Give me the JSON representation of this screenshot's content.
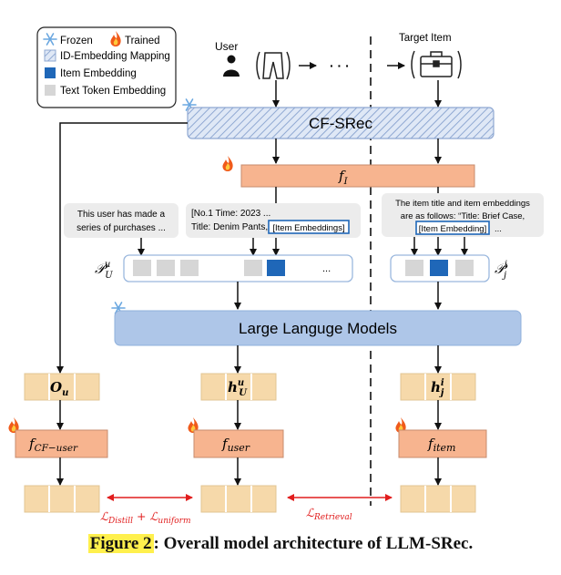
{
  "legend": {
    "frozen": "Frozen",
    "trained": "Trained",
    "id_mapping": "ID-Embedding Mapping",
    "item_embedding": "Item Embedding",
    "text_token": "Text Token Embedding"
  },
  "labels": {
    "user": "User",
    "target_item": "Target Item",
    "cf_srec": "CF-SRec",
    "f_i": "f",
    "f_i_sub": "I",
    "llm": "Large Languge Models",
    "ellipsis": "...",
    "seq_ellipsis": "· · ·"
  },
  "prompts": {
    "user_text": [
      "This user has made a",
      "series of purchases ..."
    ],
    "user_record_line1": "[No.1 Time: 2023 ...",
    "user_record_line2": "Title: Denim Pants,",
    "user_item_tag": "[Item Embeddings]",
    "item_text_line1": "The item title and item embeddings",
    "item_text_line2": "are as follows: “Title: Brief Case,",
    "item_tag": "[Item Embedding]",
    "item_ellipsis": "..."
  },
  "math": {
    "p_user": "𝒫",
    "p_user_sup": "u",
    "p_user_sub": "U",
    "p_item_sup": "i",
    "p_item_sub": "j",
    "o_u": "O",
    "o_u_sub": "u",
    "h_user": "h",
    "h_user_sup": "u",
    "h_user_sub": "U",
    "h_item": "h",
    "h_item_sup": "i",
    "h_item_sub": "j",
    "f_cf_user": "f",
    "f_cf_user_sub": "CF−user",
    "f_user": "f",
    "f_user_sub": "user",
    "f_item": "f",
    "f_item_sub": "item",
    "loss_left": "ℒ",
    "loss_left_sub1": "Distill",
    "loss_plus": " + ℒ",
    "loss_left_sub2": "uniform",
    "loss_right": "ℒ",
    "loss_right_sub": "Retrieval"
  },
  "caption": {
    "figure_label": "Figure 2",
    "text": ": Overall model architecture of LLM-SRec."
  },
  "colors": {
    "cf_srec_fill": "#c9d8ef",
    "llm_fill": "#aec6e8",
    "f_fill": "#f7b48f",
    "item_emb": "#1f67b8",
    "text_tok": "#d6d6d6",
    "emb_cell": "#f6d9aa",
    "red_arrow": "#e11d1d",
    "highlight": "#fff04d"
  }
}
